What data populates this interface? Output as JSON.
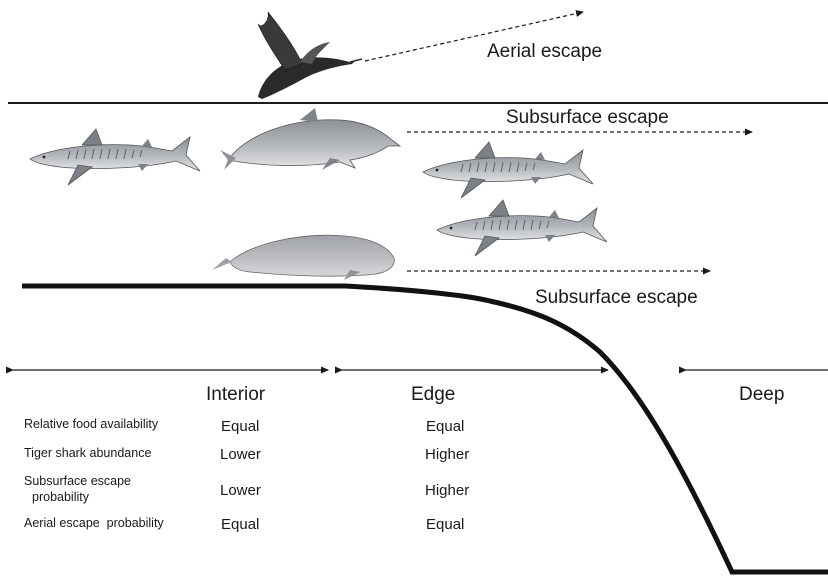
{
  "escapes": {
    "aerial": "Aerial escape",
    "subsurface_top": "Subsurface escape",
    "subsurface_bottom": "Subsurface escape"
  },
  "zones": {
    "interior": "Interior",
    "edge": "Edge",
    "deep": "Deep"
  },
  "rows": [
    {
      "label": "Relative food availability",
      "interior": "Equal",
      "edge": "Equal"
    },
    {
      "label": "Tiger shark abundance",
      "interior": "Lower",
      "edge": "Higher"
    },
    {
      "label_line1": "Subsurface escape",
      "label_line2": "probability",
      "interior": "Lower",
      "edge": "Higher"
    },
    {
      "label": "Aerial escape  probability",
      "interior": "Equal",
      "edge": "Equal"
    }
  ],
  "animals": [
    "cormorant",
    "tiger-shark",
    "dolphin",
    "tiger-shark",
    "dugong",
    "tiger-shark"
  ]
}
